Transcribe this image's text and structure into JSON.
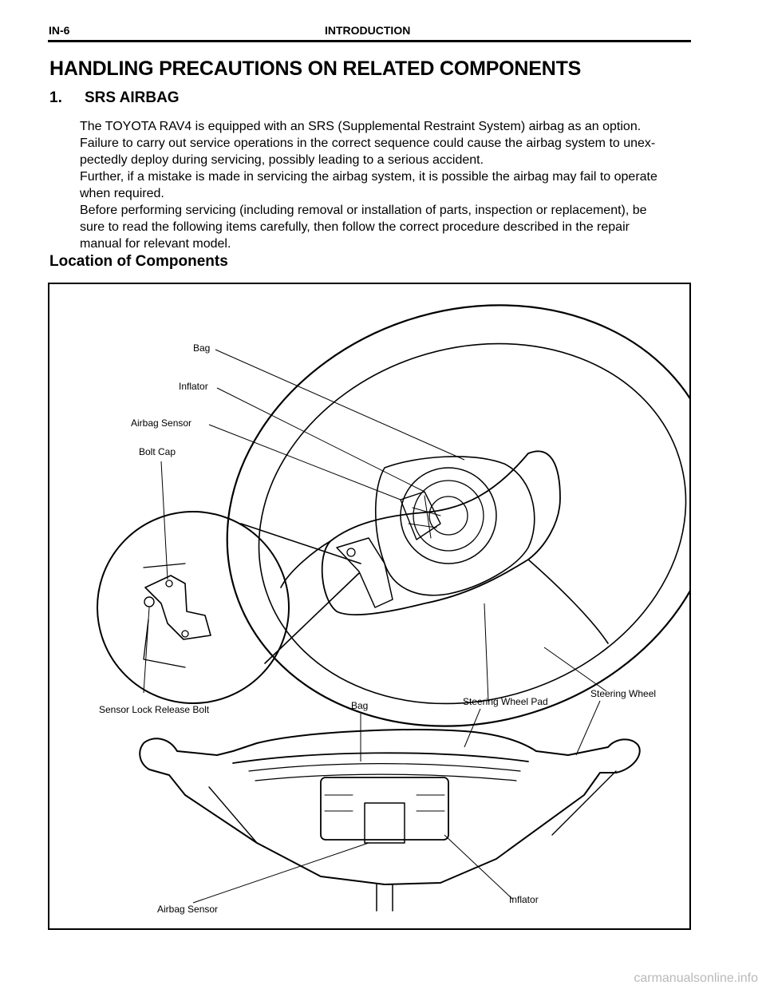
{
  "header": {
    "code": "IN-6",
    "title": "INTRODUCTION"
  },
  "main_title": "HANDLING PRECAUTIONS ON RELATED COMPONENTS",
  "section": {
    "number": "1.",
    "title": "SRS AIRBAG",
    "lines": [
      "The TOYOTA RAV4 is equipped with an SRS (Supplemental Restraint System) airbag as an option.",
      "Failure to carry out service operations in the correct sequence could cause the airbag system to unex-",
      "pectedly deploy during servicing, possibly leading to a serious accident.",
      "Further, if a mistake is made in servicing the airbag system, it is possible the airbag may fail to operate",
      "when required.",
      "Before performing servicing (including removal or installation of parts, inspection or replacement), be",
      "sure to read the following items carefully, then follow the correct procedure described in the repair",
      "manual for relevant model."
    ]
  },
  "figure": {
    "title": "Location of Components",
    "labels": {
      "bag_top": "Bag",
      "inflator_top": "Inflator",
      "airbag_sensor_top": "Airbag Sensor",
      "bolt_cap": "Bolt Cap",
      "sensor_lock_release_bolt": "Sensor Lock Release Bolt",
      "bag_bottom": "Bag",
      "steering_wheel_pad": "Steering Wheel Pad",
      "steering_wheel": "Steering Wheel",
      "airbag_sensor_bottom": "Airbag Sensor",
      "inflator_bottom": "Inflator"
    }
  },
  "footer": "carmanualsonline.info"
}
